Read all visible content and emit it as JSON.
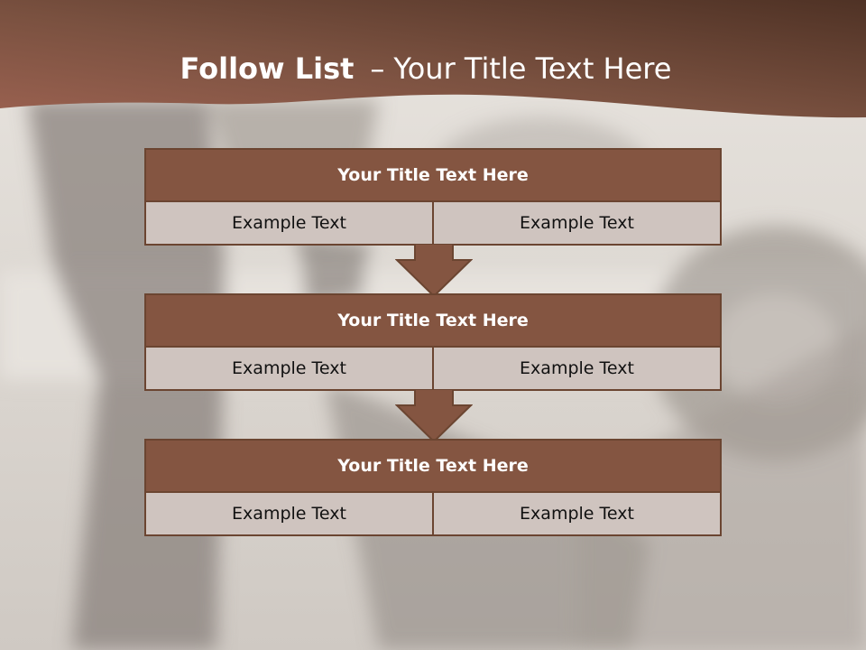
{
  "slide": {
    "title_bold": "Follow List",
    "title_sep": "–",
    "title_rest": "Your Title Text Here"
  },
  "blocks": [
    {
      "title": "Your Title Text Here",
      "cells": [
        "Example Text",
        "Example Text"
      ]
    },
    {
      "title": "Your Title Text Here",
      "cells": [
        "Example Text",
        "Example Text"
      ]
    },
    {
      "title": "Your Title Text Here",
      "cells": [
        "Example Text",
        "Example Text"
      ]
    }
  ],
  "colors": {
    "header_fill": "#845541",
    "border": "#6b4531",
    "cell_fill": "#cfc4bf",
    "band_dark": "#5b3a2c"
  },
  "icons": [
    "down-arrow-icon",
    "down-arrow-icon"
  ]
}
